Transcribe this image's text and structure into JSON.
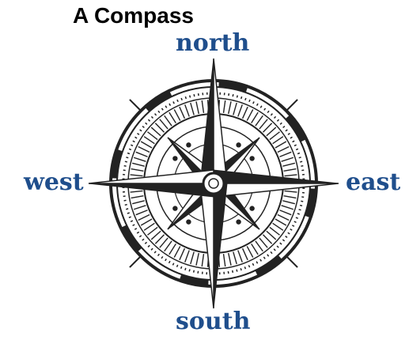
{
  "title": "A Compass",
  "labels": {
    "north": "north",
    "south": "south",
    "west": "west",
    "east": "east"
  },
  "colors": {
    "label": "#1f4e8c",
    "ink": "#222222",
    "background": "#ffffff"
  }
}
